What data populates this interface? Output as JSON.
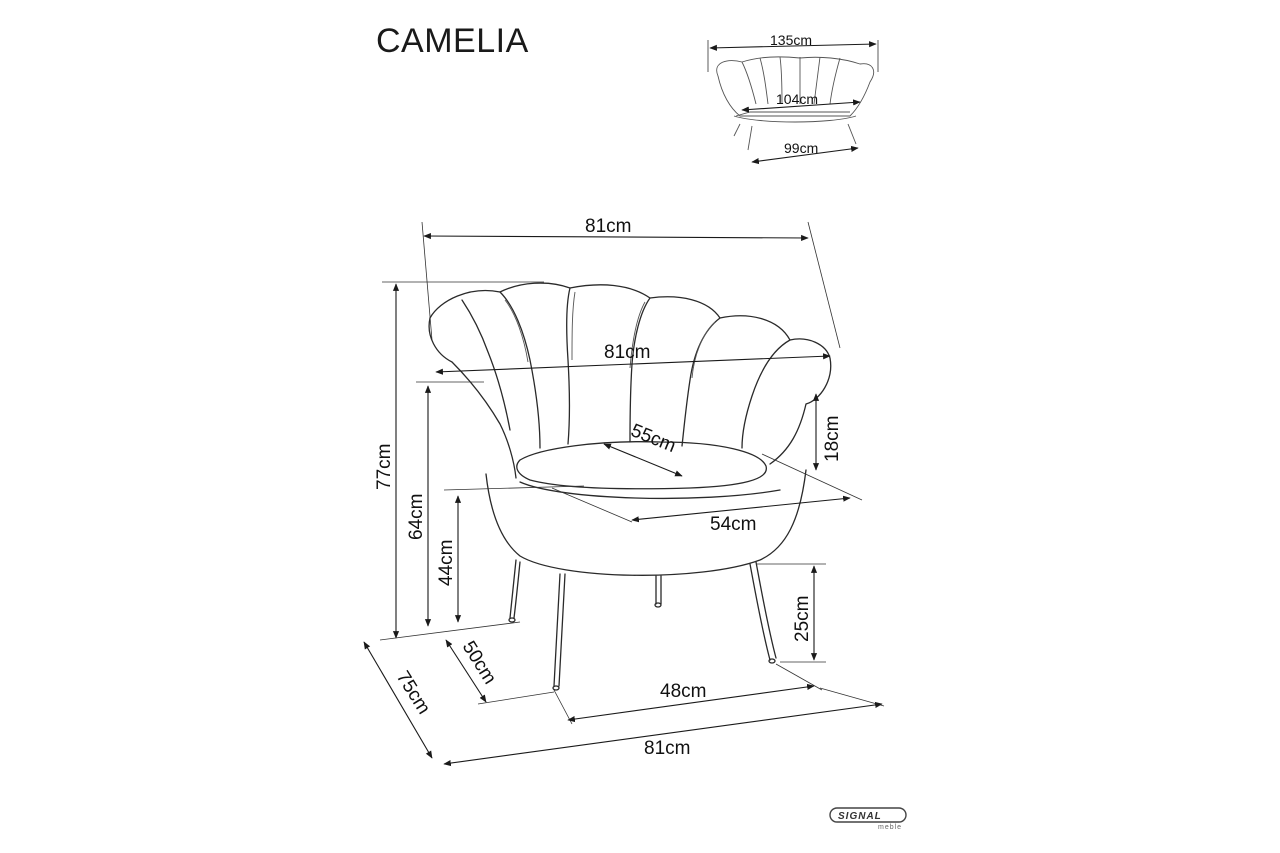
{
  "product": {
    "title": "CAMELIA"
  },
  "sofa_view": {
    "width_total": "135cm",
    "seat_width": "104cm",
    "leg_span": "99cm"
  },
  "chair_view": {
    "top_width": "81cm",
    "arm_width": "81cm",
    "seat_depth": "55cm",
    "seat_width": "54cm",
    "arm_height": "18cm",
    "total_height": "77cm",
    "arm_floor_height": "64cm",
    "seat_height": "44cm",
    "leg_height": "25cm",
    "leg_depth": "50cm",
    "total_depth": "75cm",
    "leg_width": "48cm",
    "base_width": "81cm"
  },
  "brand": {
    "logo_text": "SIGNAL",
    "logo_sub": "meble"
  }
}
